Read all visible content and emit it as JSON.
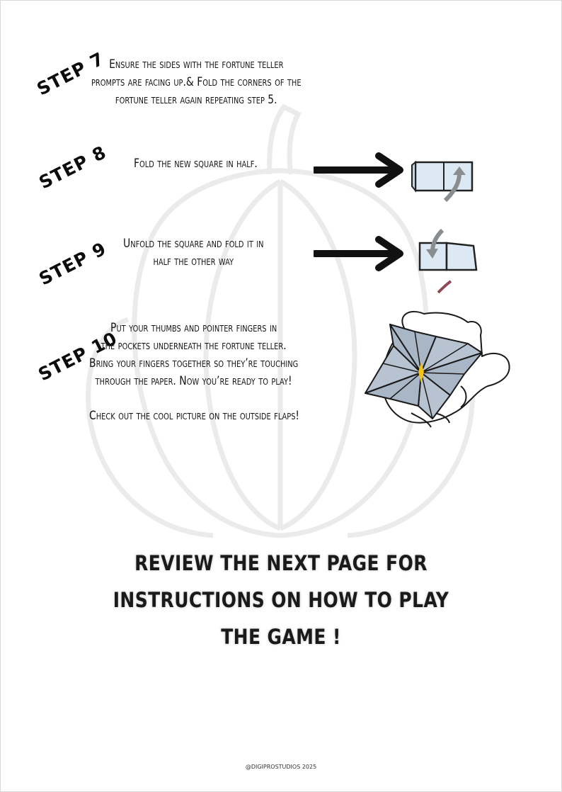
{
  "steps": [
    {
      "label": "STEP 7",
      "lines": [
        "Ensure the sides with the fortune teller",
        "prompts are facing up.& Fold the corners of the",
        "fortune teller again repeating step 5."
      ]
    },
    {
      "label": "STEP 8",
      "lines": [
        "Fold the new square in half."
      ]
    },
    {
      "label": "STEP 9",
      "lines": [
        "Unfold the square and fold  it in",
        "half the other way"
      ]
    },
    {
      "label": "STEP 10",
      "lines": [
        "Put your thumbs and pointer  fingers in",
        "the pockets underneath the fortune teller.",
        "Bring your fingers together so they’re touching",
        "through the paper. Now you’re ready to play!"
      ],
      "extra": "Check out the cool picture on the outside flaps!"
    }
  ],
  "closing": {
    "lines": [
      "REVIEW THE NEXT PAGE FOR",
      "INSTRUCTIONS ON HOW TO PLAY",
      "THE GAME !"
    ]
  },
  "footer": "@DIGIPROSTUDIOS 2025",
  "colors": {
    "paper_fill": "#dce8f3",
    "fold_arrow": "#8a8d90",
    "flower_fill": "#a9b6c6",
    "flower_center": "#f2c318"
  },
  "icons": [
    "pumpkin-watermark",
    "right-arrow-icon",
    "folded-square-icon",
    "fortune-teller-hand-illustration"
  ]
}
